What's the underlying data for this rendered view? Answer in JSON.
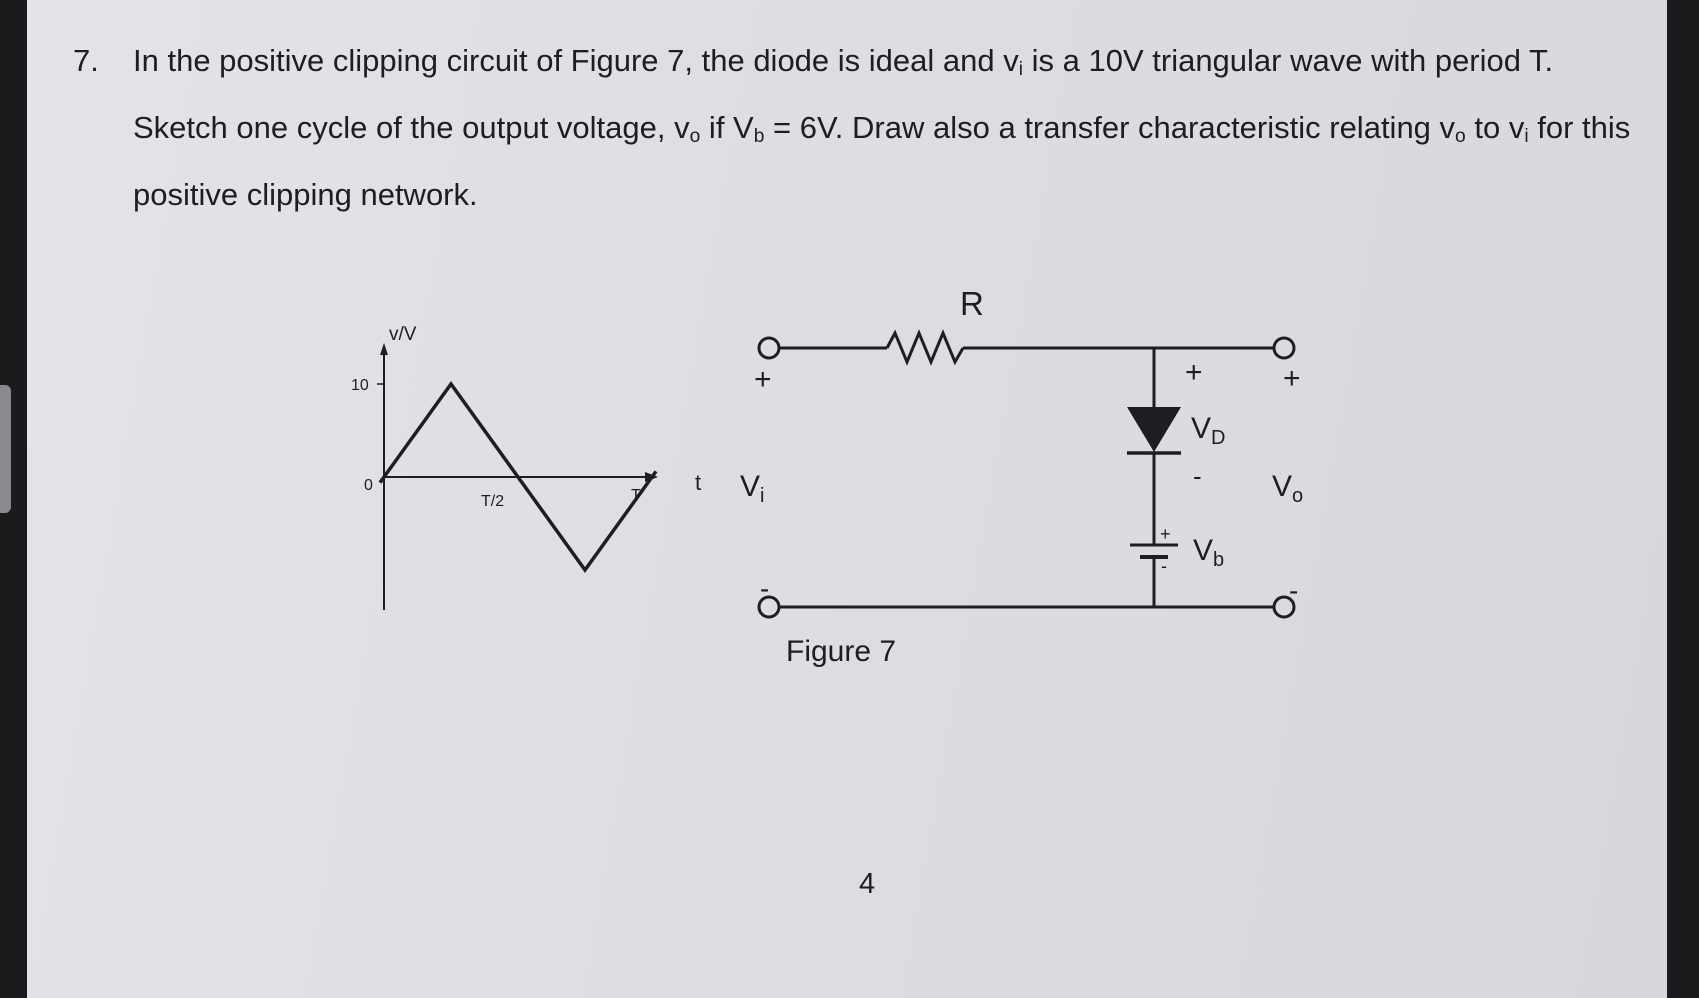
{
  "question": {
    "number": "7.",
    "text_part1": "In the positive clipping circuit of Figure 7, the diode is ideal and v",
    "text_part1_sub": "i",
    "text_part2": " is a 10V triangular wave with period T. Sketch one cycle of the output voltage, v",
    "text_part2_sub": "o",
    "text_part3": " if V",
    "text_part3_sub": "b",
    "text_part4": " = 6V. Draw also a transfer characteristic relating v",
    "text_part4_sub": "o",
    "text_part5": " to v",
    "text_part5_sub": "i",
    "text_part6": " for this positive clipping network."
  },
  "waveform": {
    "y_axis_label": "v/V",
    "x_axis_label": "t",
    "tick_10": "10",
    "tick_0": "0",
    "tick_half_period": "T/2",
    "tick_period": "T",
    "amplitude": 10
  },
  "circuit": {
    "resistor_label": "R",
    "input_plus": "+",
    "input_minus": "-",
    "input_label": "V",
    "input_label_sub": "i",
    "output_plus": "+",
    "output_minus": "-",
    "output_label": "V",
    "output_label_sub": "o",
    "diode_plus": "+",
    "diode_minus": "-",
    "diode_label": "V",
    "diode_label_sub": "D",
    "battery_plus": "+",
    "battery_minus": "-",
    "battery_label": "V",
    "battery_label_sub": "b"
  },
  "figure_caption": "Figure 7",
  "page_number": "4",
  "colors": {
    "ink": "#1e1e22",
    "paper": "#dfe1e5",
    "bezel": "#1b1b1d"
  }
}
